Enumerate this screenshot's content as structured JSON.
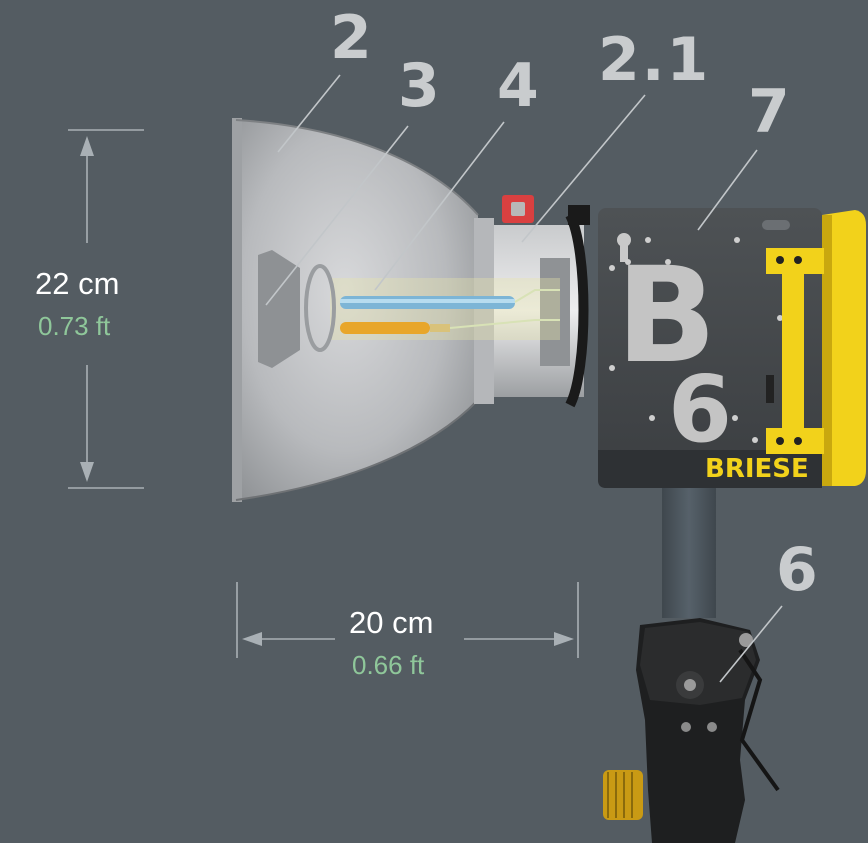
{
  "callouts": {
    "c2": "2",
    "c3": "3",
    "c4": "4",
    "c21": "2.1",
    "c7": "7",
    "c6": "6"
  },
  "dimensions": {
    "height_cm": "22 cm",
    "height_ft": "0.73 ft",
    "width_cm": "20 cm",
    "width_ft": "0.66 ft"
  },
  "product": {
    "model_letter": "B",
    "model_number": "6",
    "brand": "BRIESE"
  },
  "colors": {
    "background": "#545c62",
    "callout": "#c9ccce",
    "dimension_line": "#a9b0b5",
    "feet_text": "#8fc79a",
    "brand_yellow": "#f2d21b"
  }
}
